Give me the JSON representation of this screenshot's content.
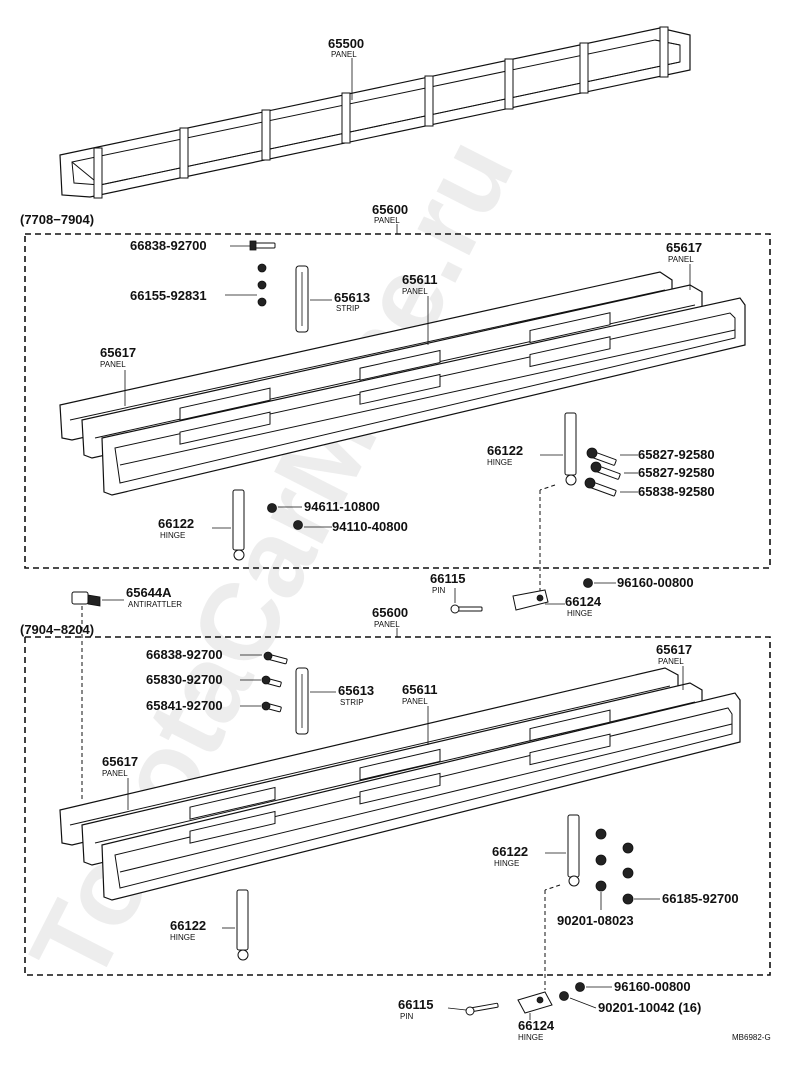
{
  "watermark": "ToyotaCarMine.ru",
  "groups": {
    "upper": "(7708−7904)",
    "lower": "(7904−8204)"
  },
  "labels": {
    "top_panel": {
      "pn": "65500",
      "name": "PANEL"
    },
    "assy_upper": {
      "pn": "65600",
      "name": "PANEL"
    },
    "u_bolt_1": {
      "pn": "66838-92700"
    },
    "u_nut_1": {
      "pn": "66155-92831"
    },
    "u_strip": {
      "pn": "65613",
      "name": "STRIP"
    },
    "u_panel_mid": {
      "pn": "65611",
      "name": "PANEL"
    },
    "u_panel_right": {
      "pn": "65617",
      "name": "PANEL"
    },
    "u_panel_left": {
      "pn": "65617",
      "name": "PANEL"
    },
    "u_hinge_right": {
      "pn": "66122",
      "name": "HINGE"
    },
    "u_bolt_a": {
      "pn": "65827-92580"
    },
    "u_bolt_b": {
      "pn": "65827-92580"
    },
    "u_bolt_c": {
      "pn": "65838-92580"
    },
    "u_washer": {
      "pn": "94611-10800"
    },
    "u_nut_2": {
      "pn": "94110-40800"
    },
    "u_hinge_left": {
      "pn": "66122",
      "name": "HINGE"
    },
    "antirattler": {
      "pn": "65644A",
      "name": "ANTIRATTLER"
    },
    "u_pin": {
      "pn": "66115",
      "name": "PIN"
    },
    "u_bracket": {
      "pn": "66124",
      "name": "HINGE"
    },
    "u_nut_3": {
      "pn": "96160-00800"
    },
    "assy_lower": {
      "pn": "65600",
      "name": "PANEL"
    },
    "l_bolt_1": {
      "pn": "66838-92700"
    },
    "l_bolt_2": {
      "pn": "65830-92700"
    },
    "l_bolt_3": {
      "pn": "65841-92700"
    },
    "l_strip": {
      "pn": "65613",
      "name": "STRIP"
    },
    "l_panel_mid": {
      "pn": "65611",
      "name": "PANEL"
    },
    "l_panel_right": {
      "pn": "65617",
      "name": "PANEL"
    },
    "l_panel_left": {
      "pn": "65617",
      "name": "PANEL"
    },
    "l_hinge_right": {
      "pn": "66122",
      "name": "HINGE"
    },
    "l_nut_1": {
      "pn": "66185-92700"
    },
    "l_nut_2": {
      "pn": "90201-08023"
    },
    "l_hinge_left": {
      "pn": "66122",
      "name": "HINGE"
    },
    "l_nut_3": {
      "pn": "96160-00800"
    },
    "l_nut_4": {
      "pn": "90201-10042 (16)"
    },
    "l_pin": {
      "pn": "66115",
      "name": "PIN"
    },
    "l_bracket": {
      "pn": "66124",
      "name": "HINGE"
    }
  },
  "figure_code": "MB6982-G"
}
